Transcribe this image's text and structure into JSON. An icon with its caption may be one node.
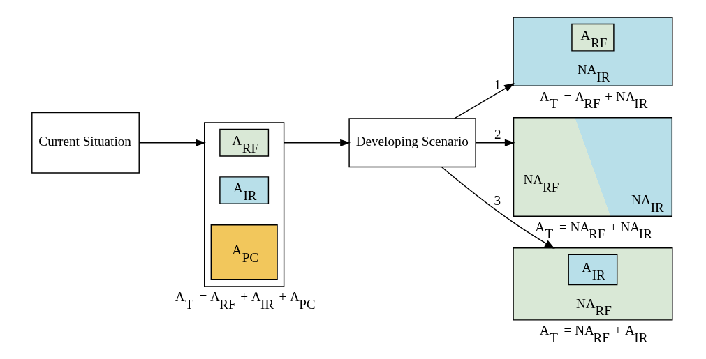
{
  "diagram": {
    "nodes": [
      {
        "text": [
          "Current Situation"
        ]
      },
      {
        "text": [],
        "shape": "box",
        "beside": [
          "A$_{T}$ = A$_{RF}$ + A$_{IR}$ + A$_{PC}$"
        ]
      },
      {
        "text": [
          "A$_{RF}$"
        ],
        "in": 1
      },
      {
        "text": [
          "A$_{IR}$"
        ],
        "in": 1
      },
      {
        "text": [
          "A$_{PC}$"
        ],
        "in": 1
      },
      {
        "text": [
          "Developing Scenario"
        ]
      },
      {
        "text": [
          "NA$_{IR}$"
        ],
        "beside": [
          "A$_{T}$ = A$_{RF}$ + NA$_{IR}$"
        ]
      },
      {
        "text": [
          "A$_{RF}$"
        ],
        "in": 6
      },
      {
        "text": [
          "NA$_{RF}$",
          "NA$_{IR}$"
        ],
        "beside": [
          "A$_{T}$ = NA$_{RF}$ + NA$_{IR}$"
        ]
      },
      {
        "text": [
          "NA$_{RF}$"
        ],
        "beside": [
          "A$_{T}$ = NA$_{RF}$ + A$_{IR}$"
        ]
      },
      {
        "text": [
          "A$_{IR}$"
        ],
        "in": 9
      }
    ],
    "edges": [
      {
        "from": 0,
        "to": 1,
        "arrow": "to"
      },
      {
        "from": 1,
        "to": 5,
        "arrow": "to"
      },
      {
        "from": 5,
        "to": 6,
        "arrow": "to",
        "label": "1"
      },
      {
        "from": 5,
        "to": 8,
        "arrow": "to",
        "label": "2"
      },
      {
        "from": 5,
        "to": 9,
        "arrow": "to",
        "label": "3"
      }
    ]
  }
}
